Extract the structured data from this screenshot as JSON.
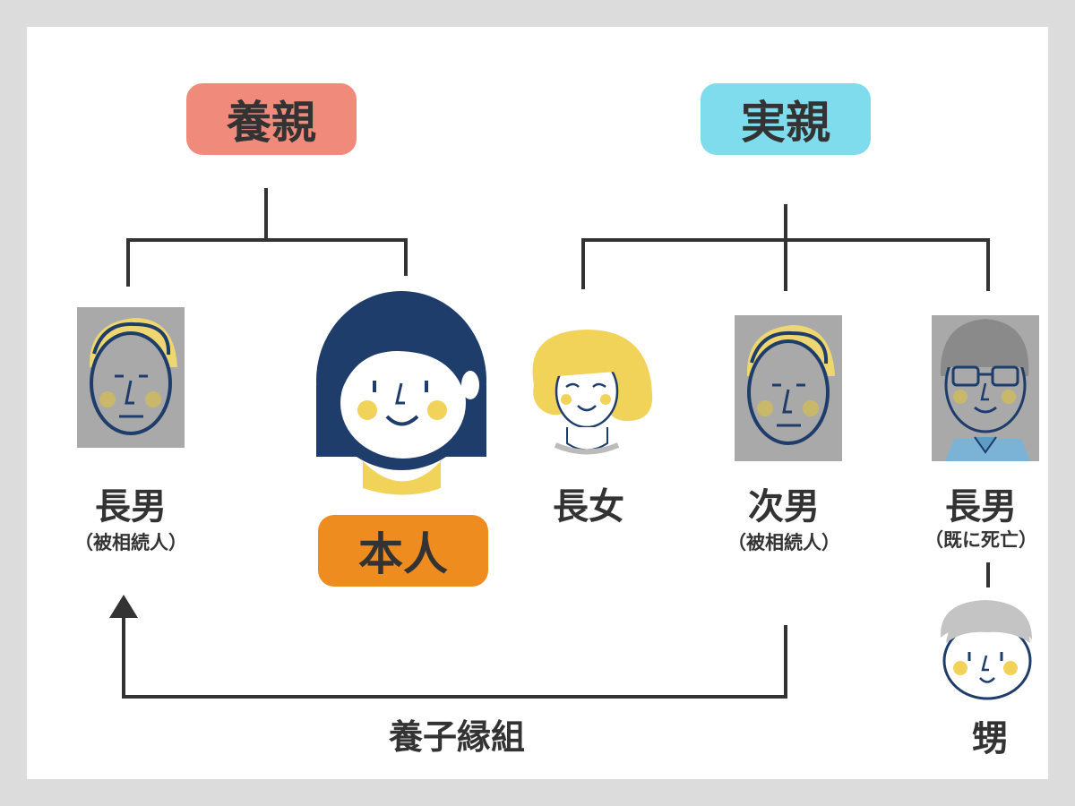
{
  "headers": {
    "adoptive_parent": {
      "label": "養親",
      "color": "#f08b7c"
    },
    "biological_parent": {
      "label": "実親",
      "color": "#7fdcec"
    }
  },
  "self": {
    "label": "本人",
    "color": "#ef8c1f"
  },
  "people": {
    "adoptive_eldest_son": {
      "label": "長男",
      "note": "（被相続人）",
      "icon": "older-man-portrait-icon"
    },
    "eldest_daughter": {
      "label": "長女",
      "icon": "blonde-woman-face-icon"
    },
    "second_son": {
      "label": "次男",
      "note": "（被相続人）",
      "icon": "older-man-portrait-icon"
    },
    "bio_eldest_son": {
      "label": "長男",
      "note": "（既に死亡）",
      "icon": "man-with-glasses-portrait-icon"
    },
    "nephew": {
      "label": "甥",
      "icon": "gray-haired-boy-face-icon"
    }
  },
  "adoption": {
    "label": "養子縁組"
  },
  "colors": {
    "line": "#333333",
    "navy": "#1f3d6b",
    "cheek": "#f2d35a",
    "portrait_bg": "#a9a9a9"
  }
}
